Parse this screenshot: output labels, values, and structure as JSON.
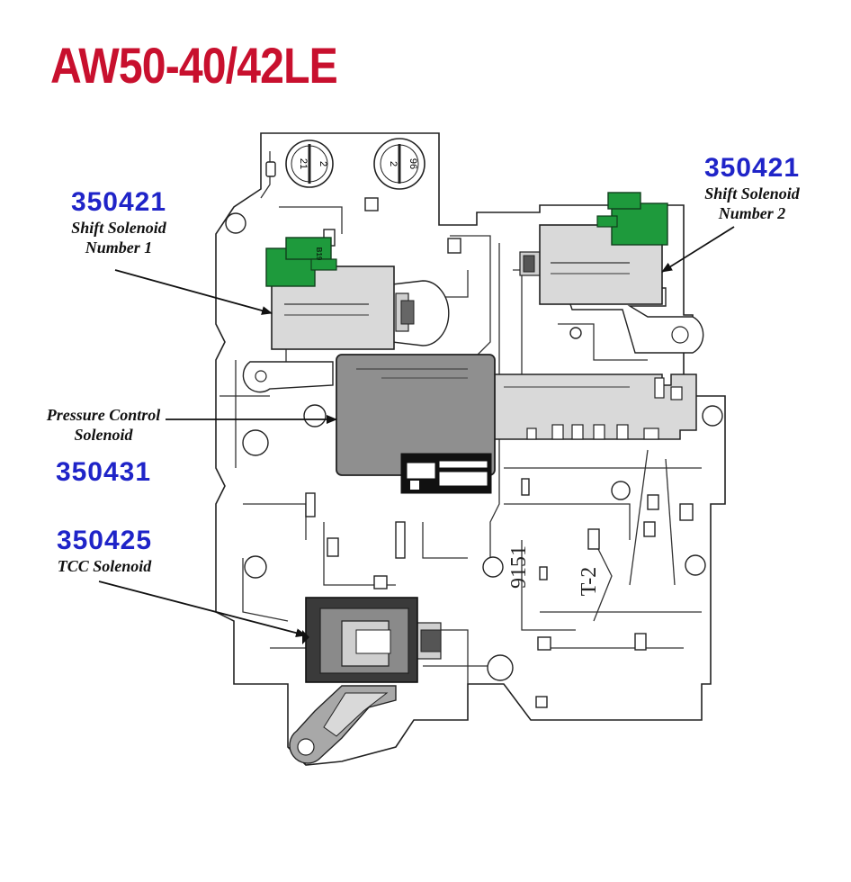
{
  "title": "AW50-40/42LE",
  "colors": {
    "title": "#c8102e",
    "part_number": "#1f24c8",
    "solenoid_green": "#1e9a3c",
    "solenoid_gray": "#d9d9d9",
    "pressure_gray": "#8f8f8f",
    "tcc_dark": "#3a3a3a",
    "outline": "#222222"
  },
  "labels": {
    "shift1": {
      "part_number": "350421",
      "desc_line1": "Shift Solenoid",
      "desc_line2": "Number 1"
    },
    "shift2": {
      "part_number": "350421",
      "desc_line1": "Shift Solenoid",
      "desc_line2": "Number 2"
    },
    "pressure": {
      "desc_line1": "Pressure Control",
      "desc_line2": "Solenoid",
      "part_number": "350431"
    },
    "tcc": {
      "part_number": "350425",
      "desc_line1": "TCC Solenoid"
    }
  },
  "body_markings": {
    "plug1_top": "21",
    "plug1_bottom": "2",
    "plug2_top": "2",
    "plug2_bottom": "96",
    "connector_code": "B19",
    "casting_number": "9151",
    "casting_code": "T-2"
  }
}
